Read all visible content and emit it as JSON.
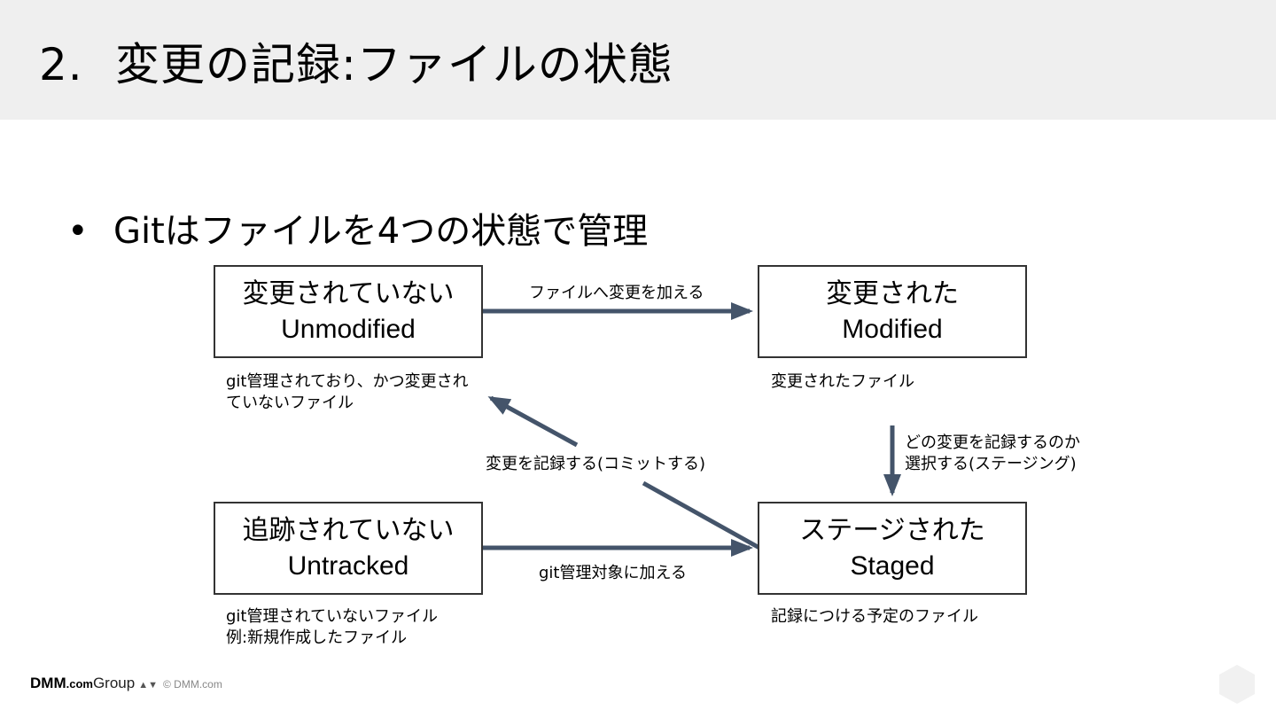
{
  "header": {
    "number": "2.",
    "title": "変更の記録:ファイルの状態"
  },
  "bullet": {
    "marker": "•",
    "text": "Gitはファイルを4つの状態で管理"
  },
  "states": {
    "unmodified": {
      "jp": "変更されていない",
      "en": "Unmodified",
      "desc": [
        "git管理されており、かつ変更され",
        "ていないファイル"
      ]
    },
    "modified": {
      "jp": "変更された",
      "en": "Modified",
      "desc": [
        "変更されたファイル"
      ]
    },
    "untracked": {
      "jp": "追跡されていない",
      "en": "Untracked",
      "desc": [
        "git管理されていないファイル",
        "例:新規作成したファイル"
      ]
    },
    "staged": {
      "jp": "ステージされた",
      "en": "Staged",
      "desc": [
        "記録につける予定のファイル"
      ]
    }
  },
  "transitions": {
    "edit": "ファイルへ変更を加える",
    "stage": [
      "どの変更を記録するのか",
      "選択する(ステージング)"
    ],
    "commit": "変更を記録する(コミットする)",
    "add": "git管理対象に加える"
  },
  "colors": {
    "header_bg": "#efefef",
    "arrow": "#44546a",
    "box_border": "#333333"
  },
  "footer": {
    "logo_dmm": "DMM",
    "logo_com": ".com",
    "logo_group": "Group",
    "logo_mark": "▲▼",
    "copyright": "© DMM.com"
  }
}
